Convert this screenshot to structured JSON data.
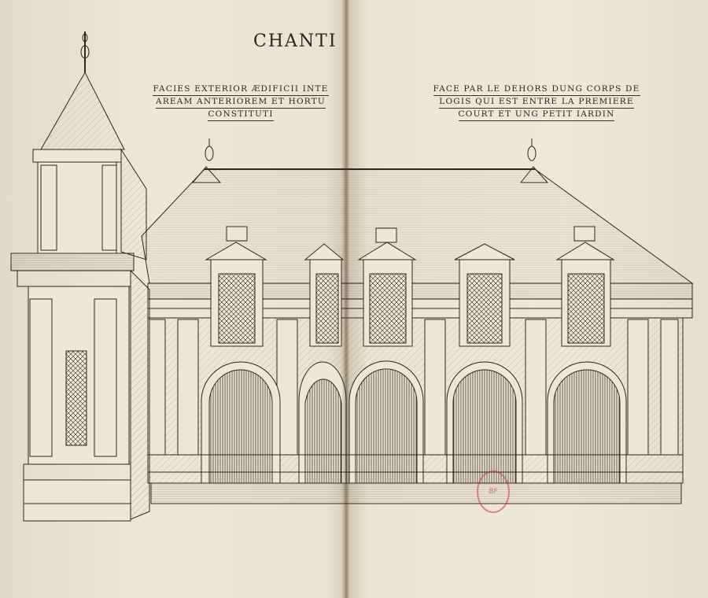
{
  "title": "CHANTI",
  "caption_latin": {
    "line1": "FACIES EXTERIOR ÆDIFICII INTE",
    "line2": "AREAM ANTERIOREM ET HORTU",
    "line3": "CONSTITUTI"
  },
  "caption_french": {
    "line1": "FACE PAR LE DEHORS DUNG CORPS DE",
    "line2": "LOGIS QUI EST ENTRE LA PREMIERE",
    "line3": "COURT ET UNG PETIT IARDIN"
  },
  "stamp_text": "BF",
  "colors": {
    "paper": "#ece4d3",
    "ink": "#2a241c",
    "stamp": "#be3c3c"
  }
}
